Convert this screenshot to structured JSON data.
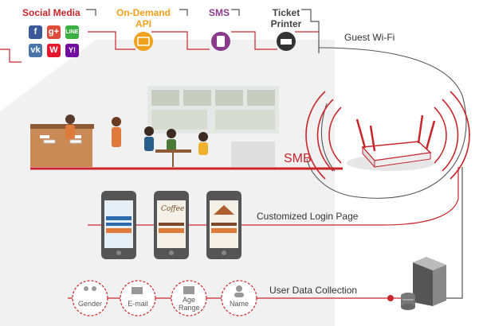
{
  "top": {
    "social_media": "Social Media",
    "on_demand": "On-Demand API",
    "sms": "SMS",
    "ticket_printer": "Ticket Printer",
    "guest_wifi": "Guest Wi-Fi"
  },
  "social_icons": {
    "facebook": "f",
    "google_plus": "g+",
    "line": "LINE",
    "vk": "vk",
    "weibo": "W",
    "yahoo": "Y!"
  },
  "smb_label": "SMB",
  "phones": {
    "caption": "Customized Login Page",
    "coffee": "Coffee"
  },
  "data_collection": {
    "caption": "User Data Collection",
    "circles": [
      "Gender",
      "E-mail",
      "Age Range",
      "Name"
    ]
  },
  "colors": {
    "accent_red": "#c9262c",
    "orange": "#f0a21c",
    "purple": "#8a3c8c",
    "dark": "#444444",
    "line_grey": "#555555"
  }
}
